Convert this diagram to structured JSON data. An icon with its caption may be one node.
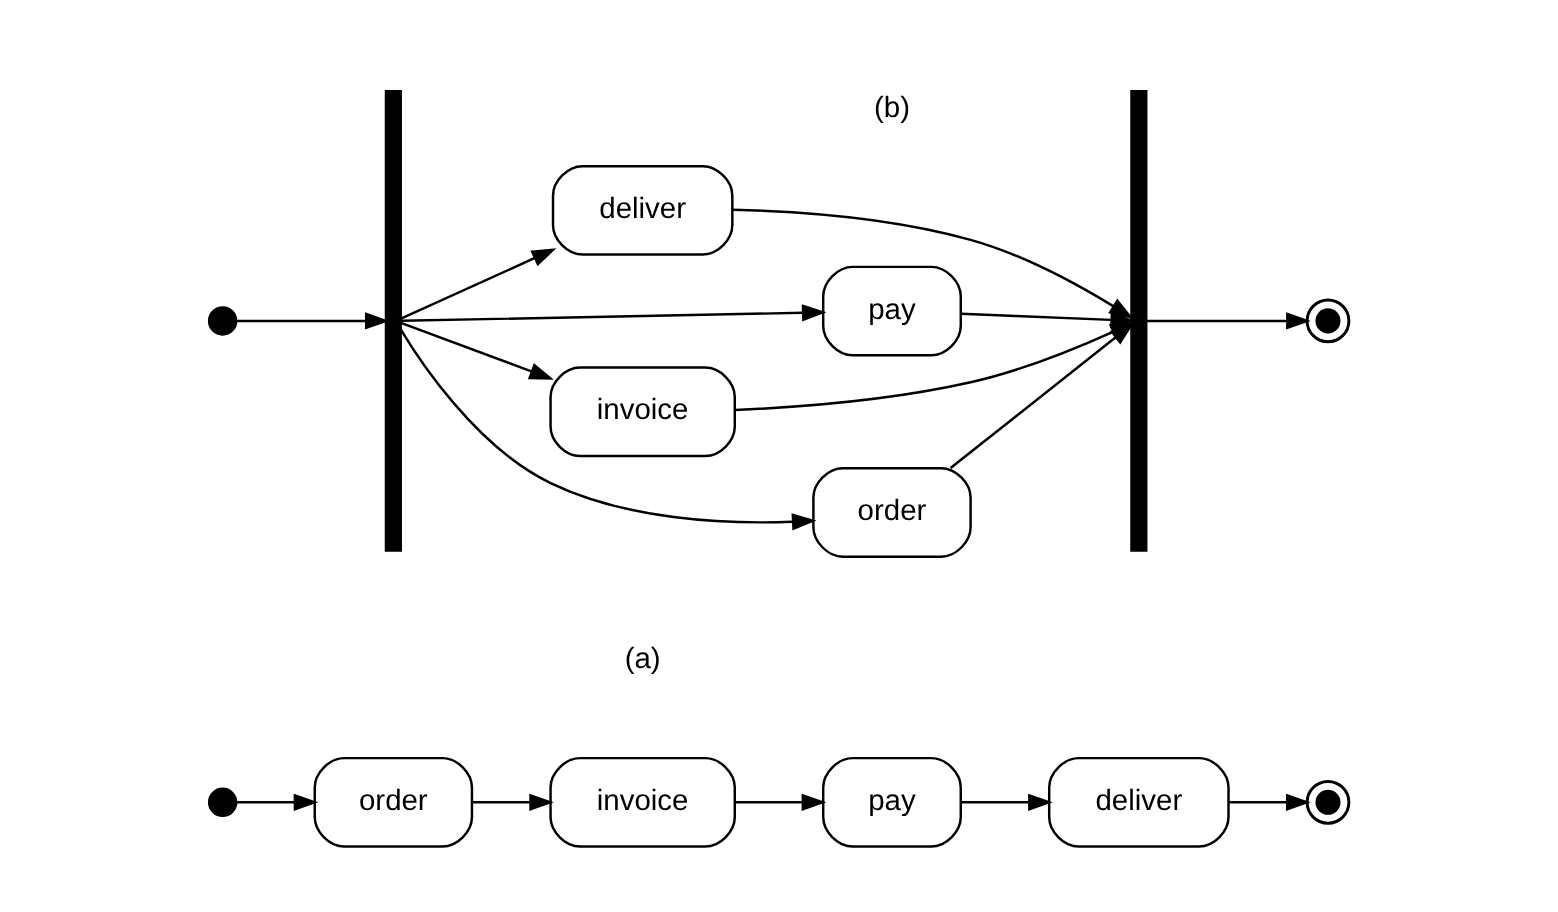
{
  "diagram": {
    "nodes": [
      {
        "text": [],
        "shape": "circle"
      },
      {
        "text": [
          "order"
        ]
      },
      {
        "text": [
          "invoice"
        ]
      },
      {
        "text": [
          "pay"
        ]
      },
      {
        "text": [
          "deliver"
        ]
      },
      {
        "text": [],
        "shape": "circle"
      },
      {
        "text": [],
        "shape": "circle"
      },
      {
        "text": [],
        "shape": "bar"
      },
      {
        "text": [
          "order"
        ]
      },
      {
        "text": [
          "invoice"
        ]
      },
      {
        "text": [
          "pay"
        ]
      },
      {
        "text": [
          "deliver"
        ]
      },
      {
        "text": [],
        "shape": "bar"
      },
      {
        "text": [],
        "shape": "circle"
      }
    ],
    "edges": [
      {
        "from": 0,
        "to": 1,
        "arrow": "to"
      },
      {
        "from": 1,
        "to": 2,
        "arrow": "to"
      },
      {
        "from": 2,
        "to": 3,
        "arrow": "to"
      },
      {
        "from": 3,
        "to": 4,
        "arrow": "to"
      },
      {
        "from": 4,
        "to": 5,
        "arrow": "to"
      },
      {
        "from": 6,
        "to": 7,
        "arrow": "to"
      },
      {
        "from": 7,
        "to": 8,
        "arrow": "to"
      },
      {
        "from": 7,
        "to": 9,
        "arrow": "to"
      },
      {
        "from": 7,
        "to": 10,
        "arrow": "to"
      },
      {
        "from": 7,
        "to": 11,
        "arrow": "to"
      },
      {
        "from": 8,
        "to": 12,
        "arrow": "to"
      },
      {
        "from": 9,
        "to": 12,
        "arrow": "to"
      },
      {
        "from": 10,
        "to": 12,
        "arrow": "to"
      },
      {
        "from": 11,
        "to": 12,
        "arrow": "to"
      },
      {
        "from": 12,
        "to": 13,
        "arrow": "to"
      }
    ],
    "labels": [
      "(a)",
      "(b)"
    ]
  }
}
